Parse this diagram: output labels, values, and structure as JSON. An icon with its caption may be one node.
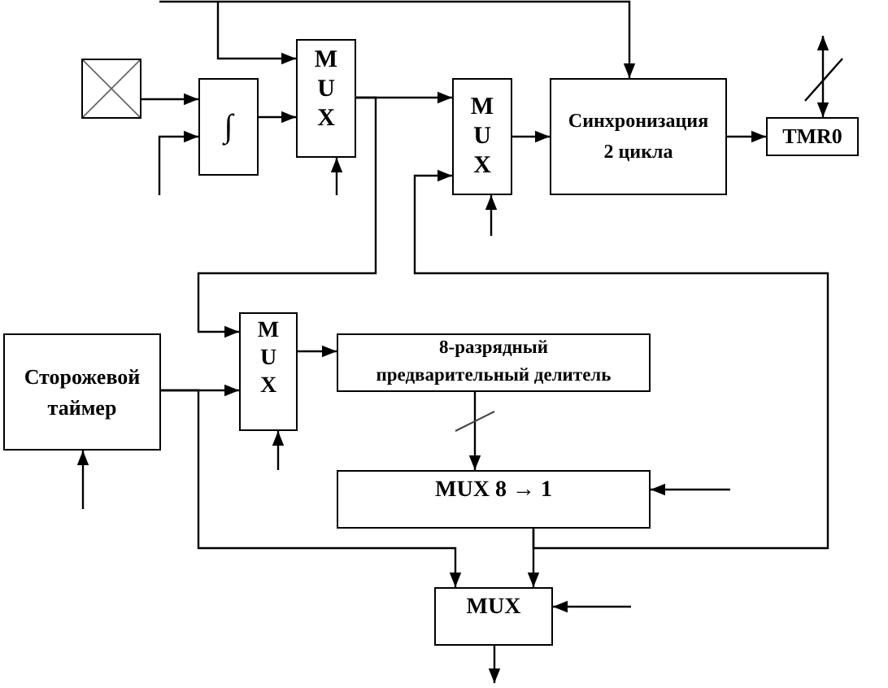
{
  "diagram": {
    "nodes": [
      {
        "text": [],
        "shape": "box"
      },
      {
        "text": [
          "∫"
        ]
      },
      {
        "text": [
          "M U X"
        ]
      },
      {
        "text": [
          "M U X"
        ]
      },
      {
        "text": [
          "Синхронизация 2 цикла"
        ]
      },
      {
        "text": [
          "TMR0"
        ]
      },
      {
        "text": [
          "Сторожевой таймер"
        ]
      },
      {
        "text": [
          "M U X"
        ]
      },
      {
        "text": [
          "8-разрядный предварительный делитель"
        ]
      },
      {
        "text": [
          "MUX 8 → 1"
        ]
      },
      {
        "text": [
          "MUX"
        ]
      }
    ],
    "edges": [
      {
        "from": null,
        "to": 4,
        "arrow": "to"
      },
      {
        "from": null,
        "to": 2,
        "arrow": "to"
      },
      {
        "from": 0,
        "to": 1,
        "arrow": "to"
      },
      {
        "from": null,
        "to": 1,
        "arrow": "to"
      },
      {
        "from": 1,
        "to": 2,
        "arrow": "to"
      },
      {
        "from": null,
        "to": 2,
        "arrow": "to"
      },
      {
        "from": 2,
        "to": 3,
        "arrow": "to"
      },
      {
        "from": 2,
        "to": 7,
        "arrow": "to"
      },
      {
        "from": null,
        "to": 3,
        "arrow": "to"
      },
      {
        "from": 3,
        "to": 4,
        "arrow": "to"
      },
      {
        "from": 4,
        "to": 5,
        "arrow": "to"
      },
      {
        "from": null,
        "to": 5,
        "arrow": "both"
      },
      {
        "from": 6,
        "to": 7,
        "arrow": "to"
      },
      {
        "from": 6,
        "to": 10,
        "arrow": "to"
      },
      {
        "from": null,
        "to": 6,
        "arrow": "to"
      },
      {
        "from": 7,
        "to": 8,
        "arrow": "to"
      },
      {
        "from": null,
        "to": 7,
        "arrow": "to"
      },
      {
        "from": 8,
        "to": 9,
        "arrow": "to"
      },
      {
        "from": null,
        "to": 9,
        "arrow": "to"
      },
      {
        "from": 9,
        "to": 10,
        "arrow": "to"
      },
      {
        "from": 9,
        "to": 3,
        "arrow": "to"
      },
      {
        "from": null,
        "to": 10,
        "arrow": "to"
      },
      {
        "from": 10,
        "to": null,
        "arrow": "to"
      }
    ]
  }
}
